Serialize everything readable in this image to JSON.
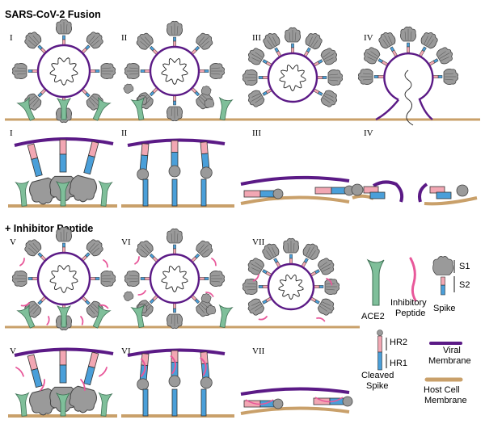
{
  "titles": {
    "top": "SARS-CoV-2 Fusion",
    "bottom": "+ Inhibitor Peptide"
  },
  "panel_labels": {
    "row1": [
      "I",
      "II",
      "III",
      "IV"
    ],
    "row2": [
      "I",
      "II",
      "III",
      "IV"
    ],
    "row3": [
      "V",
      "VI",
      "VII"
    ],
    "row4": [
      "V",
      "VI",
      "VII"
    ]
  },
  "legend": {
    "s1": "S1",
    "s2": "S2",
    "ace2": "ACE2",
    "inhibitory_peptide": "Inhibitory\nPeptide",
    "spike": "Spike",
    "hr2": "HR2",
    "hr1": "HR1",
    "cleaved_spike": "Cleaved\nSpike",
    "viral_membrane": "Viral\nMembrane",
    "host_membrane": "Host Cell\nMembrane"
  },
  "colors": {
    "viral_membrane": "#5b1a86",
    "host_membrane": "#c9a06a",
    "ace2": "#7fbf9a",
    "spike_head": "#9a9a9a",
    "hr1": "#4a9fd9",
    "hr2": "#f2a7b3",
    "peptide": "#e8589a",
    "genome": "#222222"
  }
}
